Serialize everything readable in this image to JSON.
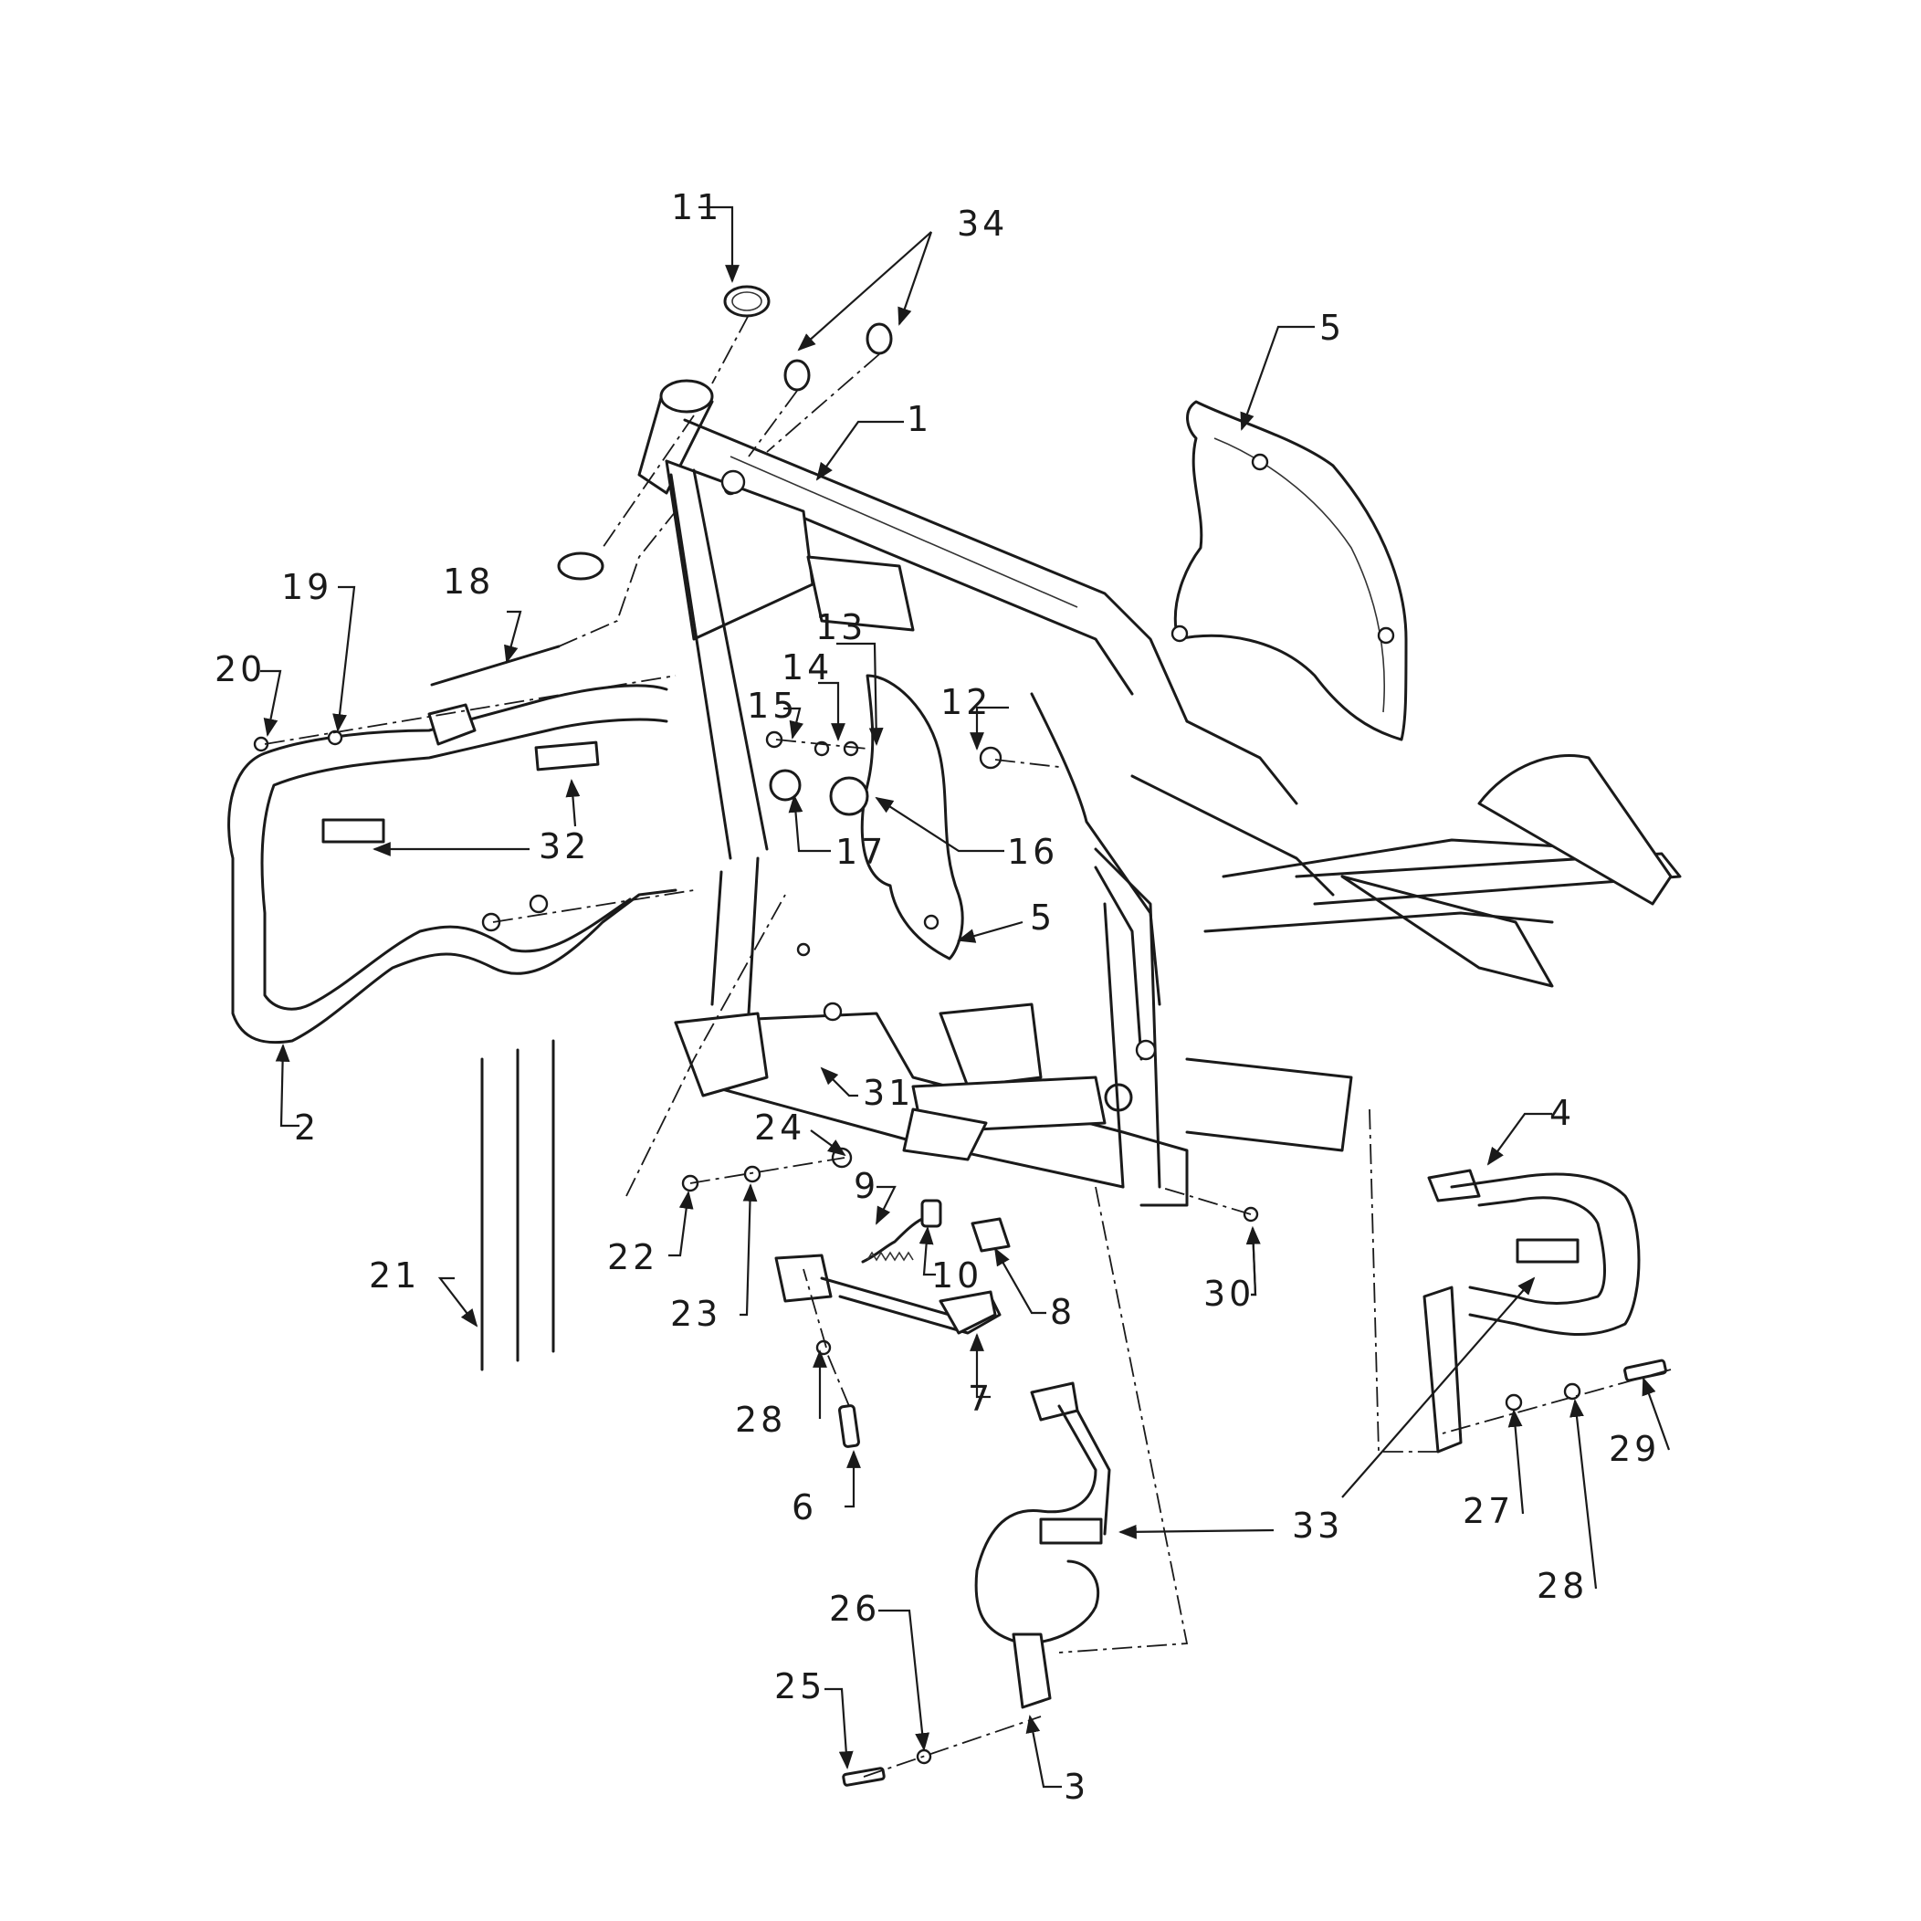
{
  "callouts": [
    {
      "id": "c1",
      "label": "1"
    },
    {
      "id": "c2",
      "label": "2"
    },
    {
      "id": "c3",
      "label": "3"
    },
    {
      "id": "c4",
      "label": "4"
    },
    {
      "id": "c5a",
      "label": "5"
    },
    {
      "id": "c5b",
      "label": "5"
    },
    {
      "id": "c6",
      "label": "6"
    },
    {
      "id": "c7",
      "label": "7"
    },
    {
      "id": "c8",
      "label": "8"
    },
    {
      "id": "c9",
      "label": "9"
    },
    {
      "id": "c10",
      "label": "10"
    },
    {
      "id": "c11",
      "label": "11"
    },
    {
      "id": "c12",
      "label": "12"
    },
    {
      "id": "c13",
      "label": "13"
    },
    {
      "id": "c14",
      "label": "14"
    },
    {
      "id": "c15",
      "label": "15"
    },
    {
      "id": "c16",
      "label": "16"
    },
    {
      "id": "c17",
      "label": "17"
    },
    {
      "id": "c18",
      "label": "18"
    },
    {
      "id": "c19",
      "label": "19"
    },
    {
      "id": "c20",
      "label": "20"
    },
    {
      "id": "c21",
      "label": "21"
    },
    {
      "id": "c22",
      "label": "22"
    },
    {
      "id": "c23",
      "label": "23"
    },
    {
      "id": "c24",
      "label": "24"
    },
    {
      "id": "c25",
      "label": "25"
    },
    {
      "id": "c26",
      "label": "26"
    },
    {
      "id": "c27",
      "label": "27"
    },
    {
      "id": "c28a",
      "label": "28"
    },
    {
      "id": "c28b",
      "label": "28"
    },
    {
      "id": "c29",
      "label": "29"
    },
    {
      "id": "c30",
      "label": "30"
    },
    {
      "id": "c31",
      "label": "31"
    },
    {
      "id": "c32",
      "label": "32"
    },
    {
      "id": "c33",
      "label": "33"
    },
    {
      "id": "c34",
      "label": "34"
    }
  ]
}
